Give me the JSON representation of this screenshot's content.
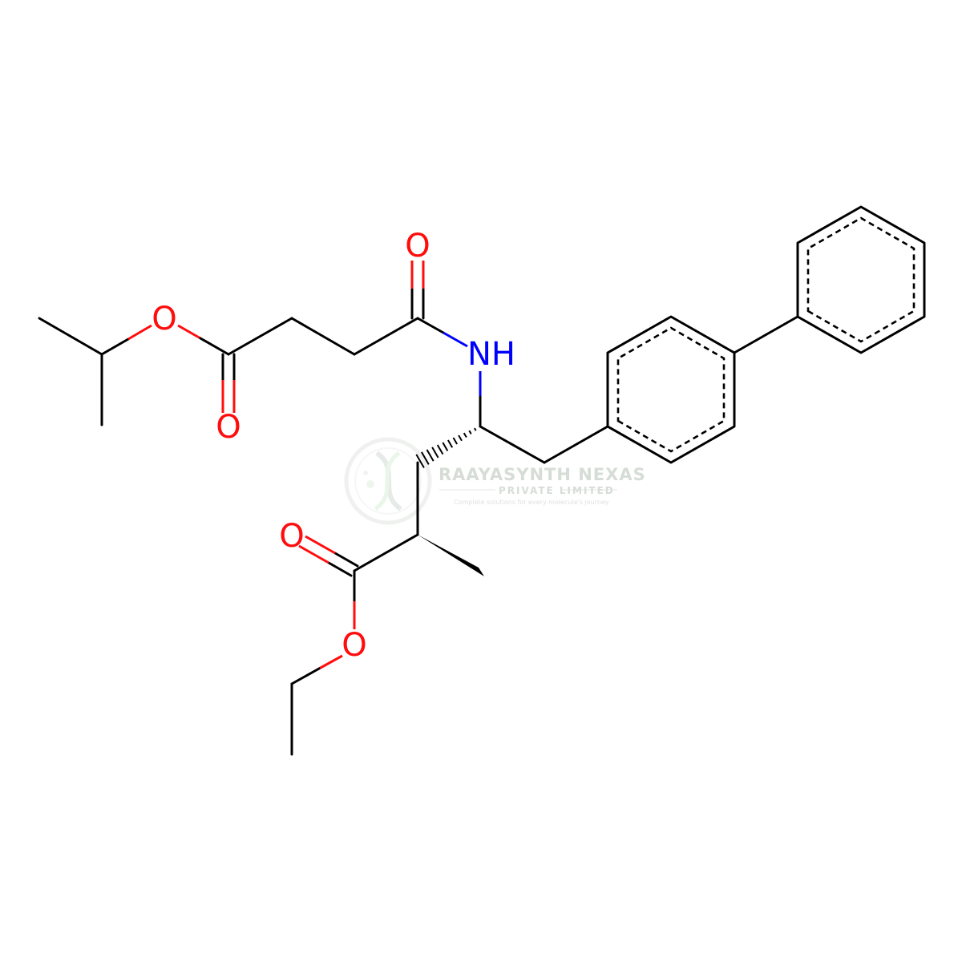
{
  "atom_labels": {
    "o_ester_top": "O",
    "o_carbonyl_left": "O",
    "o_amide": "O",
    "nh": "NH",
    "o_carbonyl_bottom": "O",
    "o_ester_bottom": "O"
  },
  "atom_colors": {
    "oxygen": "#ff0d0d",
    "nitrogen": "#0000ff",
    "carbon_bond": "#000000"
  },
  "watermark": {
    "company": "RAAYASYNTH NEXAS",
    "subtitle": "PRIVATE LIMITED",
    "tagline": "Complete solutions for every molecule's journey"
  }
}
